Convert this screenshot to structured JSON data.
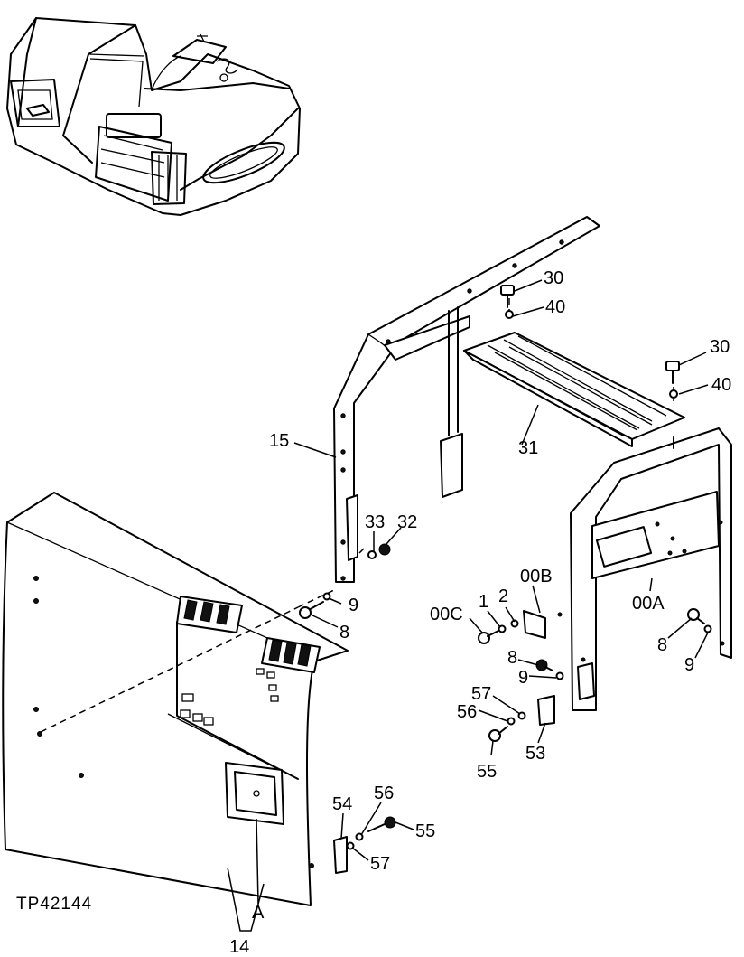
{
  "figure_id": "TP42144",
  "labels": {
    "l30a": "30",
    "l40a": "40",
    "l30b": "30",
    "l40b": "40",
    "l15": "15",
    "l31": "31",
    "l33": "33",
    "l32": "32",
    "l9a": "9",
    "l8a": "8",
    "l00B": "00B",
    "l00C": "00C",
    "l1": "1",
    "l2": "2",
    "l00A": "00A",
    "l8b": "8",
    "l9b": "9",
    "l8c": "8",
    "l9c": "9",
    "l57a": "57",
    "l56a": "56",
    "l53": "53",
    "l55a": "55",
    "l54": "54",
    "l56b": "56",
    "l55b": "55",
    "l57b": "57",
    "lA": "A",
    "l14": "14"
  }
}
